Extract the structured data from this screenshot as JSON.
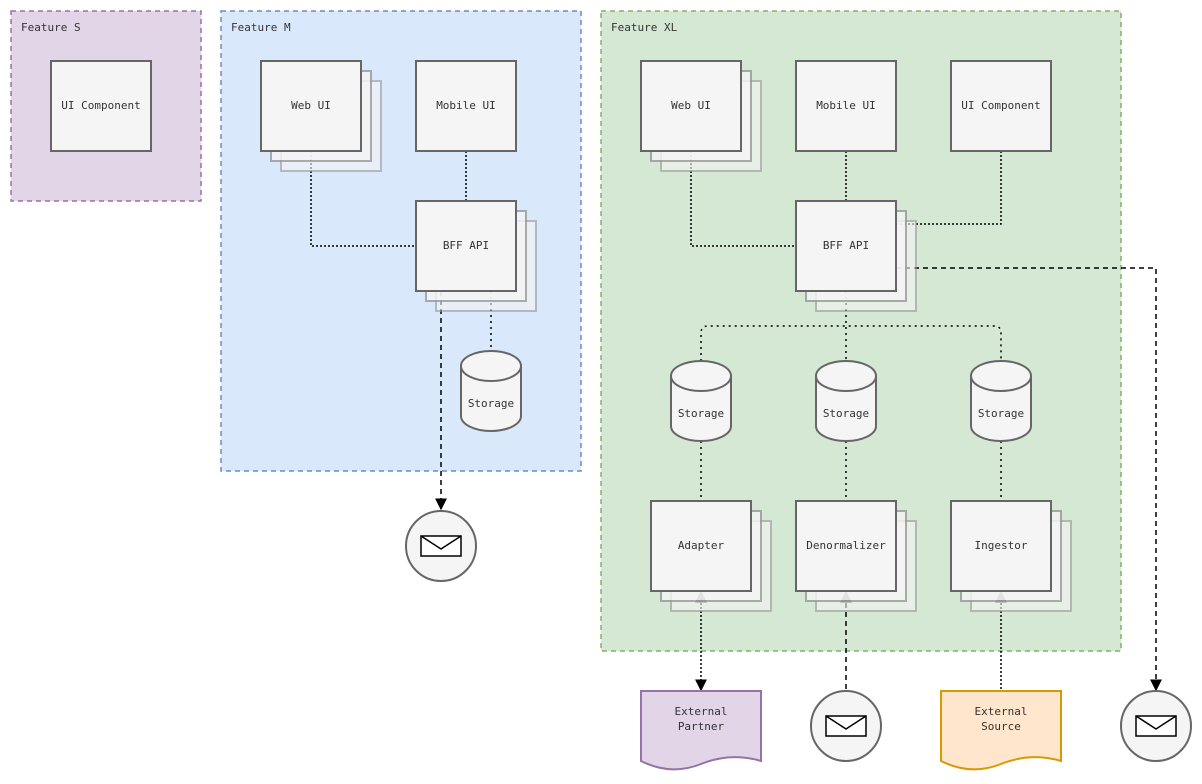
{
  "groups": {
    "s": {
      "title": "Feature S",
      "fill": "#e1d5e7",
      "stroke": "#9673a6"
    },
    "m": {
      "title": "Feature M",
      "fill": "#dae8fc",
      "stroke": "#6c8ebf"
    },
    "xl": {
      "title": "Feature XL",
      "fill": "#d5e8d4",
      "stroke": "#82b366"
    }
  },
  "s": {
    "ui_component": "UI Component"
  },
  "m": {
    "web_ui": "Web UI",
    "mobile_ui": "Mobile UI",
    "bff_api": "BFF API",
    "storage": "Storage"
  },
  "xl": {
    "web_ui": "Web UI",
    "mobile_ui": "Mobile UI",
    "ui_component": "UI Component",
    "bff_api": "BFF API",
    "storage_1": "Storage",
    "storage_2": "Storage",
    "storage_3": "Storage",
    "adapter": "Adapter",
    "denormalizer": "Denormalizer",
    "ingestor": "Ingestor"
  },
  "external": {
    "partner_line1": "External",
    "partner_line2": "Partner",
    "source_line1": "External",
    "source_line2": "Source"
  },
  "icons": {
    "message": "envelope-icon"
  },
  "colors": {
    "node_fill": "#f5f5f5",
    "node_stroke": "#666666",
    "partner_fill": "#e1d5e7",
    "partner_stroke": "#9673a6",
    "source_fill": "#ffe6cc",
    "source_stroke": "#d79b00"
  }
}
